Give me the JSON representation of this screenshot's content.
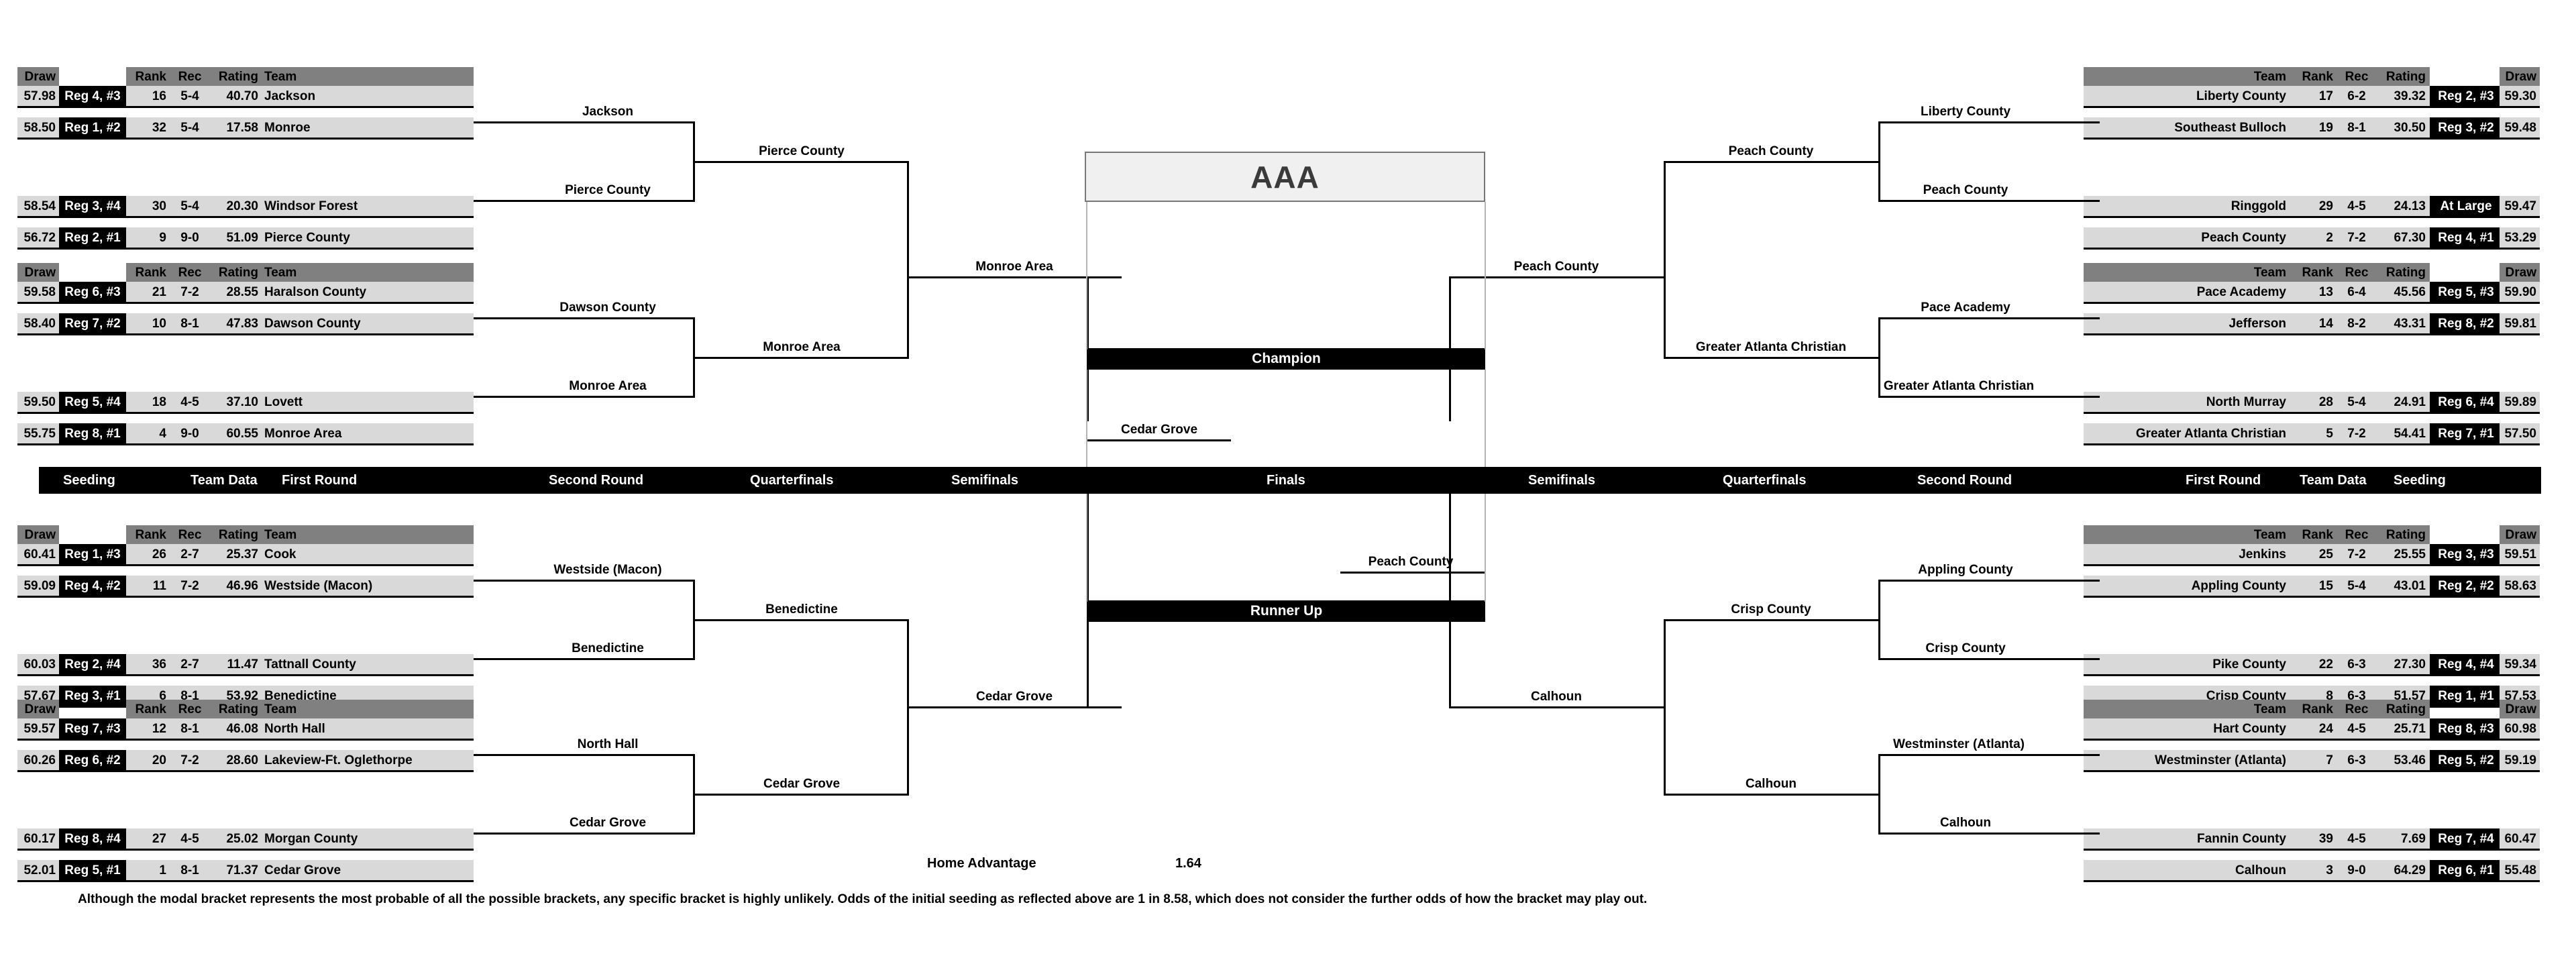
{
  "title": "AAA",
  "center": {
    "champion_label": "Champion",
    "runnerup_label": "Runner Up",
    "champion_team": "Cedar Grove",
    "runnerup_team": "Peach County",
    "home_advantage_label": "Home Advantage",
    "home_advantage_value": "1.64",
    "footnote": "Although the modal bracket represents the most probable of all the possible brackets, any specific bracket is highly unlikely.  Odds of the initial seeding as reflected above are 1 in 8.58, which does not consider the further odds of how the bracket may play out."
  },
  "round_labels_left": [
    "Seeding",
    "Team Data",
    "First Round",
    "Second Round",
    "Quarterfinals",
    "Semifinals",
    "Finals"
  ],
  "round_labels_right": [
    "Semifinals",
    "Quarterfinals",
    "Second Round",
    "First Round",
    "Team Data",
    "Seeding"
  ],
  "headers_left": {
    "draw": "Draw",
    "rank": "Rank",
    "rec": "Rec",
    "rating": "Rating",
    "team": "Team"
  },
  "headers_right": {
    "team": "Team",
    "rank": "Rank",
    "rec": "Rec",
    "rating": "Rating",
    "draw": "Draw"
  },
  "left_groups": [
    {
      "teams": [
        {
          "draw": "57.98",
          "seed": "Reg 4, #3",
          "rank": "16",
          "rec": "5-4",
          "rating": "40.70",
          "team": "Jackson"
        },
        {
          "draw": "58.50",
          "seed": "Reg 1, #2",
          "rank": "32",
          "rec": "5-4",
          "rating": "17.58",
          "team": "Monroe"
        },
        {
          "draw": "58.54",
          "seed": "Reg 3, #4",
          "rank": "30",
          "rec": "5-4",
          "rating": "20.30",
          "team": "Windsor Forest"
        },
        {
          "draw": "56.72",
          "seed": "Reg 2, #1",
          "rank": "9",
          "rec": "9-0",
          "rating": "51.09",
          "team": "Pierce County"
        }
      ]
    },
    {
      "teams": [
        {
          "draw": "59.58",
          "seed": "Reg 6, #3",
          "rank": "21",
          "rec": "7-2",
          "rating": "28.55",
          "team": "Haralson County"
        },
        {
          "draw": "58.40",
          "seed": "Reg 7, #2",
          "rank": "10",
          "rec": "8-1",
          "rating": "47.83",
          "team": "Dawson County"
        },
        {
          "draw": "59.50",
          "seed": "Reg 5, #4",
          "rank": "18",
          "rec": "4-5",
          "rating": "37.10",
          "team": "Lovett"
        },
        {
          "draw": "55.75",
          "seed": "Reg 8, #1",
          "rank": "4",
          "rec": "9-0",
          "rating": "60.55",
          "team": "Monroe Area"
        }
      ]
    },
    {
      "teams": [
        {
          "draw": "60.41",
          "seed": "Reg 1, #3",
          "rank": "26",
          "rec": "2-7",
          "rating": "25.37",
          "team": "Cook"
        },
        {
          "draw": "59.09",
          "seed": "Reg 4, #2",
          "rank": "11",
          "rec": "7-2",
          "rating": "46.96",
          "team": "Westside (Macon)"
        },
        {
          "draw": "60.03",
          "seed": "Reg 2, #4",
          "rank": "36",
          "rec": "2-7",
          "rating": "11.47",
          "team": "Tattnall County"
        },
        {
          "draw": "57.67",
          "seed": "Reg 3, #1",
          "rank": "6",
          "rec": "8-1",
          "rating": "53.92",
          "team": "Benedictine"
        }
      ]
    },
    {
      "teams": [
        {
          "draw": "59.57",
          "seed": "Reg 7, #3",
          "rank": "12",
          "rec": "8-1",
          "rating": "46.08",
          "team": "North Hall"
        },
        {
          "draw": "60.26",
          "seed": "Reg 6, #2",
          "rank": "20",
          "rec": "7-2",
          "rating": "28.60",
          "team": "Lakeview-Ft. Oglethorpe"
        },
        {
          "draw": "60.17",
          "seed": "Reg 8, #4",
          "rank": "27",
          "rec": "4-5",
          "rating": "25.02",
          "team": "Morgan County"
        },
        {
          "draw": "52.01",
          "seed": "Reg 5, #1",
          "rank": "1",
          "rec": "8-1",
          "rating": "71.37",
          "team": "Cedar Grove"
        }
      ]
    }
  ],
  "right_groups": [
    {
      "teams": [
        {
          "team": "Liberty County",
          "rank": "17",
          "rec": "6-2",
          "rating": "39.32",
          "seed": "Reg 2, #3",
          "draw": "59.30"
        },
        {
          "team": "Southeast Bulloch",
          "rank": "19",
          "rec": "8-1",
          "rating": "30.50",
          "seed": "Reg 3, #2",
          "draw": "59.48"
        },
        {
          "team": "Ringgold",
          "rank": "29",
          "rec": "4-5",
          "rating": "24.13",
          "seed": "At Large",
          "draw": "59.47"
        },
        {
          "team": "Peach County",
          "rank": "2",
          "rec": "7-2",
          "rating": "67.30",
          "seed": "Reg 4, #1",
          "draw": "53.29"
        }
      ]
    },
    {
      "teams": [
        {
          "team": "Pace Academy",
          "rank": "13",
          "rec": "6-4",
          "rating": "45.56",
          "seed": "Reg 5, #3",
          "draw": "59.90"
        },
        {
          "team": "Jefferson",
          "rank": "14",
          "rec": "8-2",
          "rating": "43.31",
          "seed": "Reg 8, #2",
          "draw": "59.81"
        },
        {
          "team": "North Murray",
          "rank": "28",
          "rec": "5-4",
          "rating": "24.91",
          "seed": "Reg 6, #4",
          "draw": "59.89"
        },
        {
          "team": "Greater Atlanta Christian",
          "rank": "5",
          "rec": "7-2",
          "rating": "54.41",
          "seed": "Reg 7, #1",
          "draw": "57.50"
        }
      ]
    },
    {
      "teams": [
        {
          "team": "Jenkins",
          "rank": "25",
          "rec": "7-2",
          "rating": "25.55",
          "seed": "Reg 3, #3",
          "draw": "59.51"
        },
        {
          "team": "Appling County",
          "rank": "15",
          "rec": "5-4",
          "rating": "43.01",
          "seed": "Reg 2, #2",
          "draw": "58.63"
        },
        {
          "team": "Pike County",
          "rank": "22",
          "rec": "6-3",
          "rating": "27.30",
          "seed": "Reg 4, #4",
          "draw": "59.34"
        },
        {
          "team": "Crisp County",
          "rank": "8",
          "rec": "6-3",
          "rating": "51.57",
          "seed": "Reg 1, #1",
          "draw": "57.53"
        }
      ]
    },
    {
      "teams": [
        {
          "team": "Hart County",
          "rank": "24",
          "rec": "4-5",
          "rating": "25.71",
          "seed": "Reg 8, #3",
          "draw": "60.98"
        },
        {
          "team": "Westminster (Atlanta)",
          "rank": "7",
          "rec": "6-3",
          "rating": "53.46",
          "seed": "Reg 5, #2",
          "draw": "59.19"
        },
        {
          "team": "Fannin County",
          "rank": "39",
          "rec": "4-5",
          "rating": "7.69",
          "seed": "Reg 7, #4",
          "draw": "60.47"
        },
        {
          "team": "Calhoun",
          "rank": "3",
          "rec": "9-0",
          "rating": "64.29",
          "seed": "Reg 6, #1",
          "draw": "55.48"
        }
      ]
    }
  ],
  "left_advances": {
    "r2": [
      "Jackson",
      "Pierce County",
      "Dawson County",
      "Monroe Area",
      "Westside (Macon)",
      "Benedictine",
      "North Hall",
      "Cedar Grove"
    ],
    "r3": [
      "Pierce County",
      "Monroe Area",
      "Benedictine",
      "Cedar Grove"
    ],
    "r4": [
      "Monroe Area",
      "Cedar Grove"
    ],
    "r5": [
      "Cedar Grove"
    ]
  },
  "right_advances": {
    "r2": [
      "Liberty County",
      "Peach County",
      "Pace Academy",
      "Greater Atlanta Christian",
      "Appling County",
      "Crisp County",
      "Westminster (Atlanta)",
      "Calhoun"
    ],
    "r3": [
      "Peach County",
      "Greater Atlanta Christian",
      "Crisp County",
      "Calhoun"
    ],
    "r4": [
      "Peach County",
      "Calhoun"
    ],
    "r5": [
      "Peach County"
    ]
  }
}
